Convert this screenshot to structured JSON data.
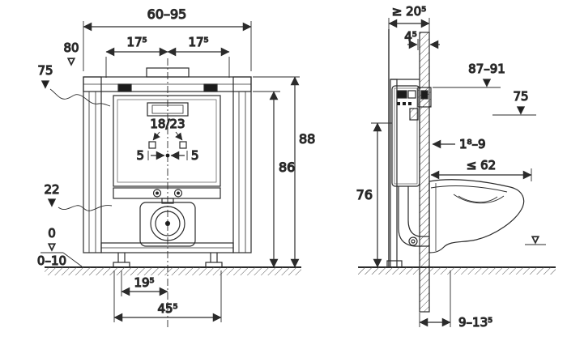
{
  "colors": {
    "line": "#2b2b2b",
    "background": "#ffffff"
  },
  "markers": {
    "filled": "▼",
    "open": "▽"
  },
  "front_view": {
    "width_range": "60–95",
    "bracket_left": "17⁵",
    "bracket_right": "17⁵",
    "plate_size": "18/23",
    "offset_left": "5",
    "offset_right": "5",
    "height_total": "88",
    "height_inner": "86",
    "level_80": "80",
    "level_75": "75",
    "level_22": "22",
    "level_0": "0",
    "floor_buildup": "0–10",
    "foot_center": "19⁵",
    "foot_span": "45⁵"
  },
  "side_view": {
    "depth_min": "≥ 20⁵",
    "plate_depth": "4⁵",
    "plate_height_range": "87–91",
    "level_75": "75",
    "cladding_thickness": "1⁸–9",
    "pan_depth_max": "≤ 62",
    "outlet_height": "76",
    "floor_buildup_range": "9–13⁵"
  }
}
